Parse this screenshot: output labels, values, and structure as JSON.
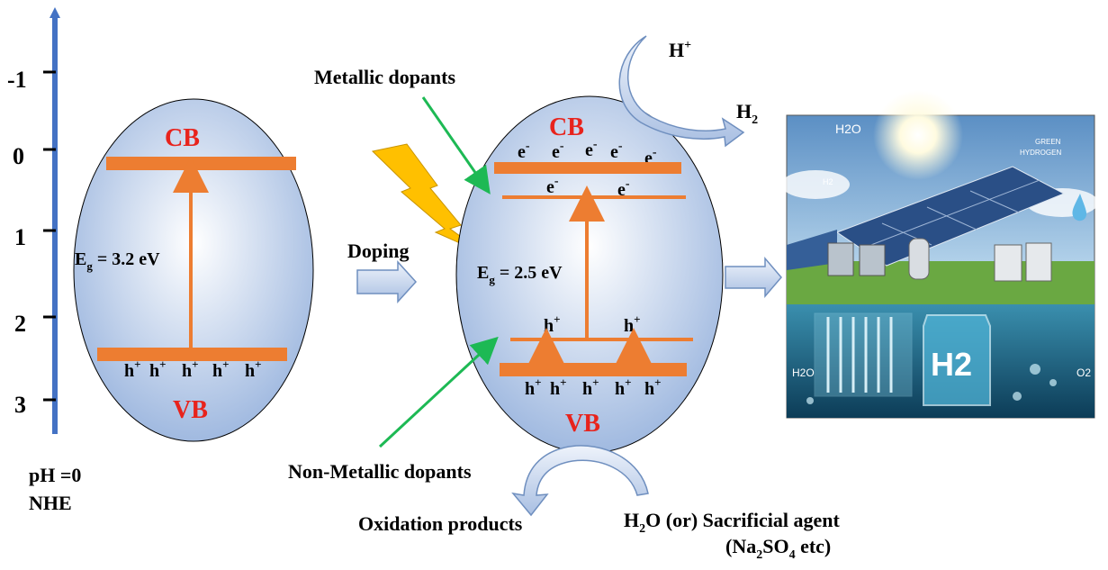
{
  "axis": {
    "ticks": [
      "-1",
      "0",
      "1",
      "2",
      "3"
    ],
    "footer_line1": "pH =0",
    "footer_line2": "NHE"
  },
  "left_band": {
    "cb": "CB",
    "vb": "VB",
    "eg_E": "E",
    "eg_sub": "g",
    "eg_value": " = 3.2 eV",
    "holes": [
      "h",
      "h",
      "h",
      "h",
      "h"
    ],
    "hole_charge": "+"
  },
  "doping": "Doping",
  "metallic": "Metallic dopants",
  "nonmetallic": "Non-Metallic dopants",
  "right_band": {
    "cb": "CB",
    "vb": "VB",
    "eg_E": "E",
    "eg_sub": "g",
    "eg_value": " = 2.5 eV",
    "electrons": [
      "e",
      "e",
      "e",
      "e",
      "e"
    ],
    "electron_charge": "-",
    "mid_electrons": [
      "e",
      "e"
    ],
    "mid_holes": [
      "h",
      "h"
    ],
    "holes": [
      "h",
      "h",
      "h",
      "h",
      "h"
    ],
    "hole_charge": "+"
  },
  "reaction": {
    "h_plus": "H",
    "h_plus_charge": "+",
    "h2": "H",
    "h2_sub": "2",
    "oxidation": "Oxidation products",
    "water_H": "H",
    "water_sub": "2",
    "water_rest": "O  (or) Sacrificial agent",
    "agent_open": "(Na",
    "agent_sub1": "2",
    "agent_mid": "SO",
    "agent_sub2": "4",
    "agent_rest": " etc)"
  },
  "illustration": {
    "h2o_top": "H2O",
    "green1": "GREEN",
    "green2": "HYDROGEN",
    "h2_small": "H2",
    "h2o_bottom": "H2O",
    "o2": "O2",
    "h2_big": "H2"
  },
  "colors": {
    "axis_blue": "#4472c4",
    "band_orange": "#ed7d31",
    "red_label": "#e8231c",
    "green_arrow": "#1db954",
    "bolt_yellow": "#ffc000"
  }
}
